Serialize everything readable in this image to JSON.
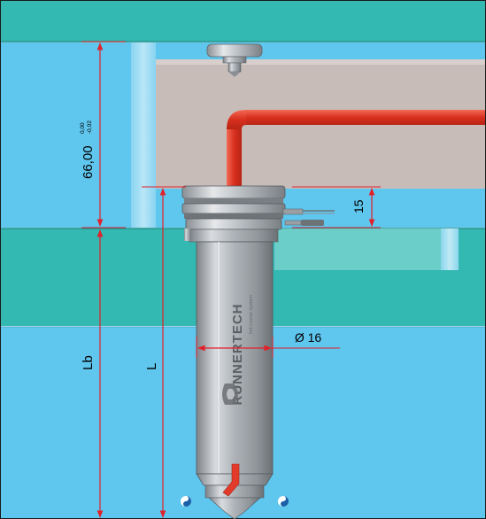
{
  "dimensions": {
    "plate_thickness": {
      "value": "66,00",
      "tol_upper": "0,00",
      "tol_lower": "-0,02"
    },
    "flange_height": "15",
    "body_diameter": "Ø 16",
    "length_body": "Lb",
    "length_total": "L"
  },
  "branding": {
    "name": "RUNNERTECH",
    "tagline": "hot runner system"
  },
  "colors": {
    "plate_teal": "#33b8b2",
    "cavity_blue": "#5fc6ee",
    "manifold_grey": "#c8bcb9",
    "melt_channel_red": "#e23b2a",
    "dimension_red": "#e2202a",
    "steel": "#b9bdc1"
  }
}
